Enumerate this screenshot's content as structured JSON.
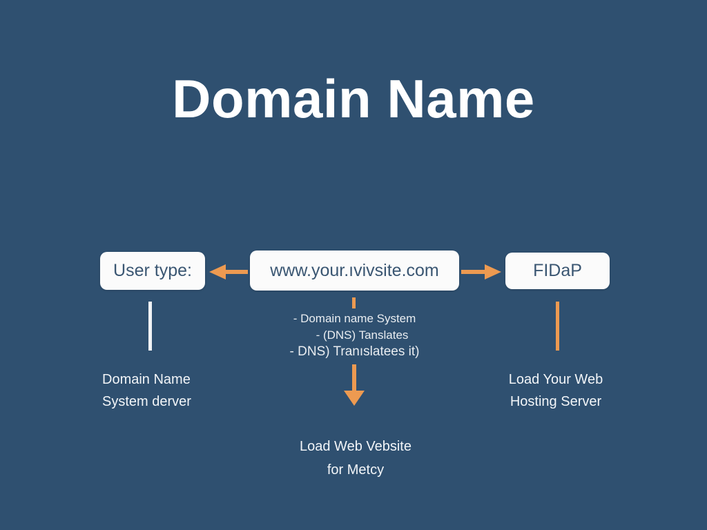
{
  "slide": {
    "title": "Domain Name",
    "background_color": "#2f5070",
    "accent_color": "#ed9a51",
    "box_fill_color": "#fbfbfb",
    "box_text_color": "#3a5672",
    "text_color": "#f2f5f8"
  },
  "nodes": [
    {
      "id": "user",
      "label": "User type:"
    },
    {
      "id": "url",
      "label": "www.your.ıvivsite.com"
    },
    {
      "id": "fidap",
      "label": "FIDaP"
    }
  ],
  "arrows": [
    {
      "id": "arrow-left",
      "direction": "left",
      "color": "#ed9a51"
    },
    {
      "id": "arrow-right",
      "direction": "right",
      "color": "#ed9a51"
    },
    {
      "id": "arrow-down",
      "direction": "down",
      "color": "#ed9a51"
    }
  ],
  "connectors": [
    {
      "id": "line-left",
      "orientation": "vertical",
      "color": "#f2f4f6"
    },
    {
      "id": "line-right",
      "orientation": "vertical",
      "color": "#ed9a51"
    },
    {
      "id": "tick-center",
      "orientation": "vertical",
      "color": "#ed9a51"
    }
  ],
  "bullets": [
    "- Domain name System",
    "- (DNS) Tanslates",
    "- DNS) Tranıslatees it)"
  ],
  "captions": {
    "left": {
      "line1": "Domain Name",
      "line2": "System derver"
    },
    "center": {
      "line1": "Load Web Vebsite",
      "line2": "for Metcy"
    },
    "right": {
      "line1": "Load Your Web",
      "line2": "Hosting Server"
    }
  }
}
